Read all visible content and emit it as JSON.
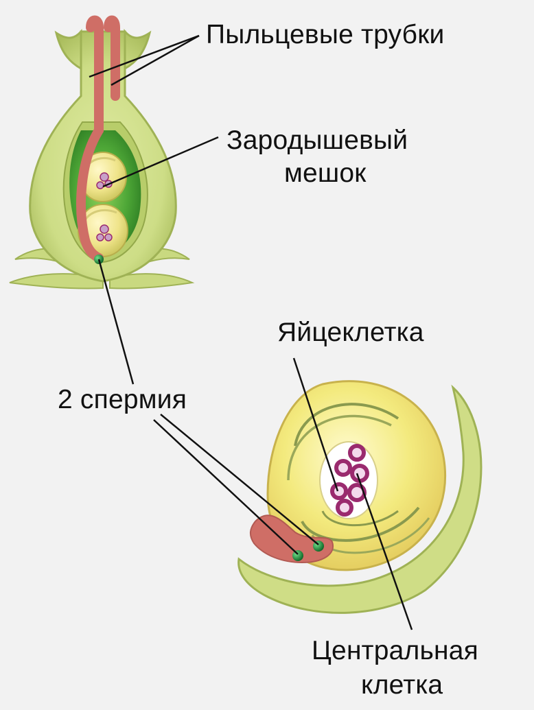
{
  "labels": {
    "pollen_tubes": "Пыльцевые трубки",
    "embryo_sac_line1": "Зародышевый",
    "embryo_sac_line2": "мешок",
    "egg_cell": "Яйцеклетка",
    "two_sperms": "2 спермия",
    "central_cell_line1": "Центральная",
    "central_cell_line2": "клетка"
  },
  "colors": {
    "background": "#f2f2f2",
    "tissue_light": "#d9e79a",
    "tissue_mid": "#c2d477",
    "tissue_dark": "#9fb255",
    "sac_green": "#3f9e2f",
    "sac_light": "#7fc24a",
    "pollen_tube": "#cf6e66",
    "cell_yellow": "#efe48a",
    "nucleus_purple": "#9a2a6e",
    "sperm_green": "#1f8a3a",
    "leader_line": "#111111"
  }
}
